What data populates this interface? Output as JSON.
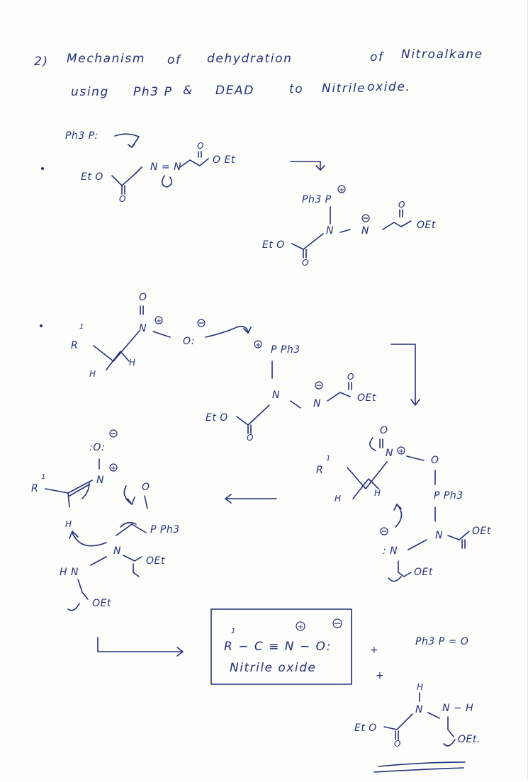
{
  "title": {
    "number": "2)",
    "line1_words": [
      "Mechanism",
      "of",
      "dehydration",
      "of",
      "Nitroalkane"
    ],
    "line2_words": [
      "using",
      "Ph3 P",
      "&",
      "DEAD",
      "to",
      "Nitrile",
      "oxide."
    ]
  },
  "step1": {
    "reagent": "Ph3 P:",
    "dead_left_ester": "Et O",
    "dead_diazo": "N = N",
    "dead_right_ester": "O Et",
    "adduct_phosphonium": "Ph3 P",
    "adduct_ester_left": "Et O",
    "adduct_n1": "N",
    "adduct_n2": "N",
    "adduct_ester_right": "OEt"
  },
  "step2": {
    "r_label": "R",
    "h1": "H",
    "h2": "H",
    "nitro_o": "O",
    "nitro_n": "N",
    "nitro_o_minus": "O:",
    "phosphonium": "P Ph3",
    "ester_left": "Et O",
    "n1": "N",
    "n2": "N",
    "ester_right": "OEt"
  },
  "step3": {
    "r_label": "R",
    "h1": "H",
    "h2": "H",
    "o_top": "O",
    "n_plus": "N",
    "o_link": "O",
    "pph3": "P Ph3",
    "n_anion": ": N",
    "n_right": "N",
    "oet_right": "OEt",
    "oet_bottom": "OEt"
  },
  "step4": {
    "o_anion": ":O:",
    "r_label": "R",
    "n_plus": "N",
    "o_link": "O",
    "h_label": "H",
    "pph3": "P Ph3",
    "n_center": "N",
    "oet_right": "OEt",
    "hn": "H N",
    "oet_bottom": "OEt"
  },
  "products": {
    "nitrile_formula": "R − C ≡ N − O:",
    "nitrile_label": "Nitrile oxide",
    "plus1": "+",
    "phosphine_oxide": "Ph3 P = O",
    "plus2": "+",
    "hydrazine_h_top": "H",
    "hydrazine_n": "N",
    "hydrazine_nh": "N − H",
    "hydrazine_left_ester": "Et O",
    "hydrazine_right_ester": "OEt."
  },
  "colors": {
    "ink": "#24307a",
    "paper": "#fdfdfb"
  }
}
